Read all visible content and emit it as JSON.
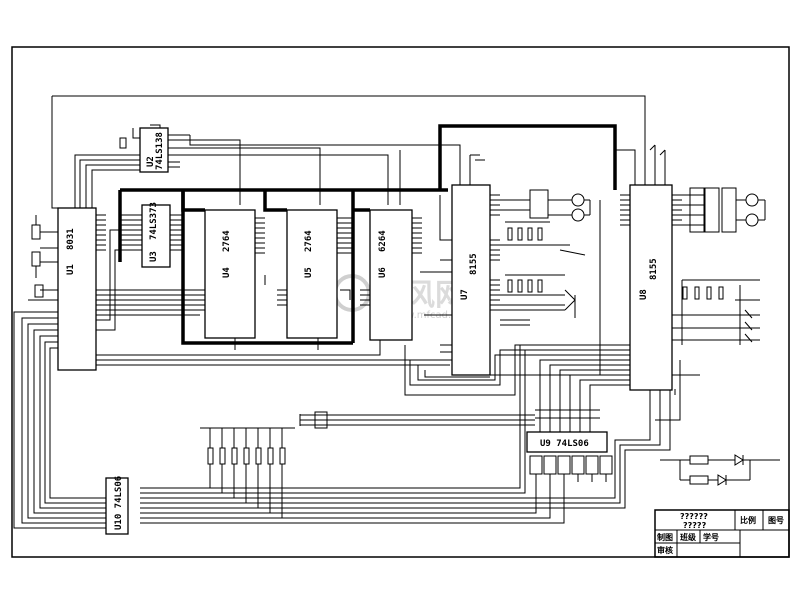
{
  "chips": {
    "u1": "8031",
    "u1_id": "U1",
    "u2": "74LS138",
    "u2_id": "U2",
    "u3": "74LS373",
    "u3_id": "U3",
    "u4": "2764",
    "u4_id": "U4",
    "u5": "2764",
    "u5_id": "U5",
    "u6": "6264",
    "u6_id": "U6",
    "u7": "8155",
    "u7_id": "U7",
    "u8": "8155",
    "u8_id": "U8",
    "u9": "U9 74LS06",
    "u10": "U10 74LS06"
  },
  "watermark": {
    "brand": "沐风网",
    "url": "www.mfcad.com"
  },
  "title_block": {
    "name": "??????",
    "name2": "?????",
    "scale": "比例",
    "drawing_no": "图号",
    "drawn_by": "制图",
    "class": "班级",
    "student_id": "学号",
    "reviewer": "审核"
  }
}
